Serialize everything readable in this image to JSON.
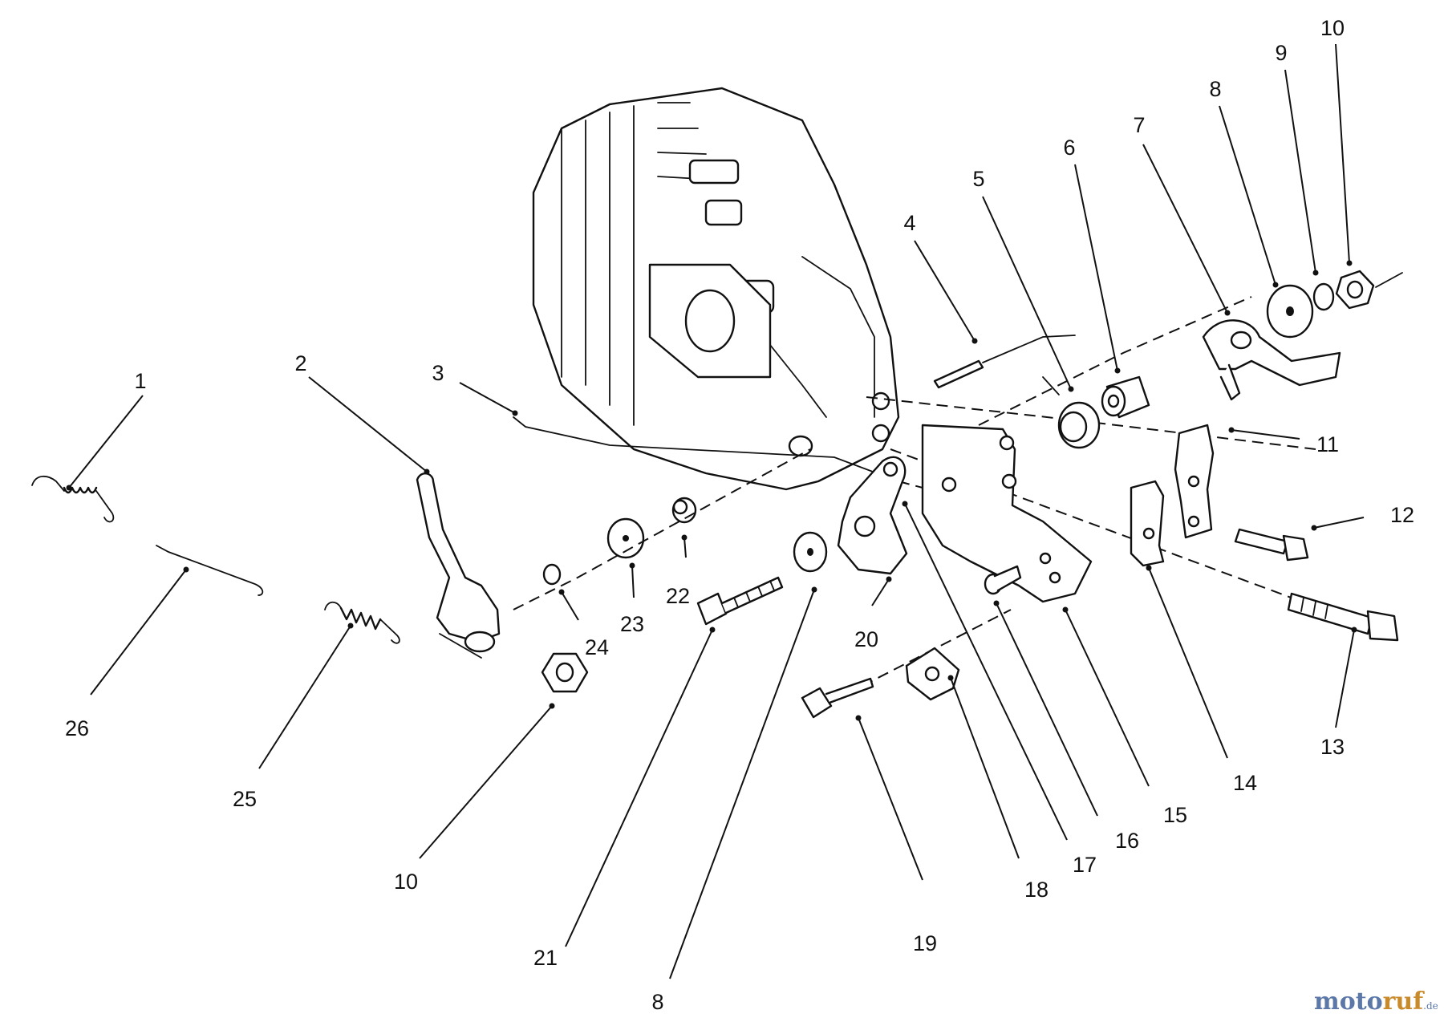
{
  "diagram": {
    "callouts": [
      "1",
      "2",
      "3",
      "4",
      "5",
      "6",
      "7",
      "8",
      "9",
      "10",
      "11",
      "12",
      "13",
      "14",
      "15",
      "16",
      "17",
      "18",
      "19",
      "20",
      "21",
      "22",
      "23",
      "24",
      "25",
      "26",
      "10",
      "8"
    ],
    "watermark": {
      "part_a": "moto",
      "part_b": "ruf",
      "part_c": ".de"
    }
  }
}
